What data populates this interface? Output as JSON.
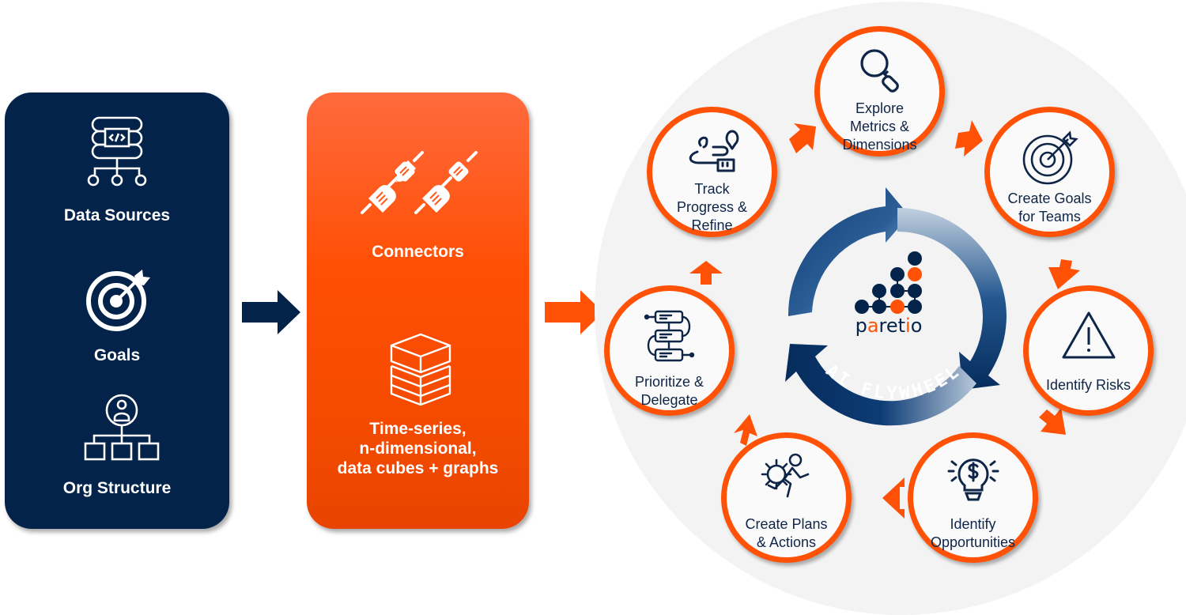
{
  "inputs_panel": {
    "items": [
      {
        "icon": "database-network-icon",
        "label": "Data Sources"
      },
      {
        "icon": "target-icon",
        "label": "Goals"
      },
      {
        "icon": "org-chart-icon",
        "label": "Org Structure"
      }
    ]
  },
  "connectors_panel": {
    "items": [
      {
        "icon": "plug-connectors-icon",
        "label": "Connectors"
      },
      {
        "icon": "stacked-cubes-icon",
        "label_lines": [
          "Time-series,",
          "n-dimensional,",
          "data cubes + graphs"
        ]
      }
    ]
  },
  "flywheel": {
    "center_logo": {
      "wordmark": "paretio",
      "wordmark_parts": [
        "p",
        "a",
        "ret",
        "i",
        "o"
      ]
    },
    "ring_label": "AI FLYWHEEL",
    "steps": [
      {
        "icon": "magnifier-icon",
        "lines": [
          "Explore",
          "Metrics &",
          "Dimensions"
        ]
      },
      {
        "icon": "target-arrow-icon",
        "lines": [
          "Create Goals",
          "for Teams"
        ]
      },
      {
        "icon": "warning-triangle-icon",
        "lines": [
          "Identify Risks"
        ]
      },
      {
        "icon": "lightbulb-dollar-icon",
        "lines": [
          "Identify",
          "Opportunities"
        ]
      },
      {
        "icon": "running-gear-person-icon",
        "lines": [
          "Create Plans",
          "& Actions"
        ]
      },
      {
        "icon": "task-list-flow-icon",
        "lines": [
          "Prioritize &",
          "Delegate"
        ]
      },
      {
        "icon": "route-map-pin-icon",
        "lines": [
          "Track",
          "Progress &",
          "Refine"
        ]
      }
    ]
  },
  "colors": {
    "navy": "#03234a",
    "orange": "#ff5207",
    "text_navy": "#0e2547",
    "light_gray": "#f3f3f3"
  }
}
